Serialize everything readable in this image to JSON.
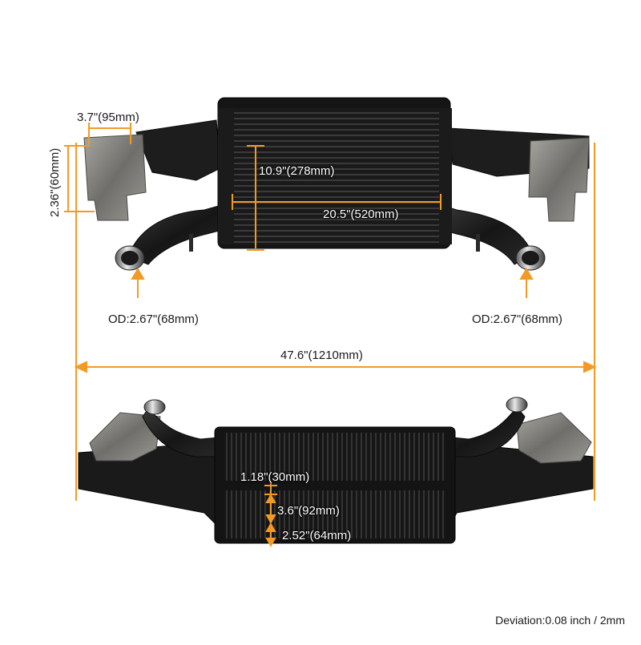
{
  "colors": {
    "accent": "#f39a25",
    "metal": "#1c1c1c",
    "bracket": "#8a8a86"
  },
  "product": {
    "dimensions": {
      "bracket_width": "3.7\"(95mm)",
      "bracket_height": "2.36\"(60mm)",
      "core_height": "10.9\"(278mm)",
      "core_width": "20.5\"(520mm)",
      "inlet_od": "OD:2.67\"(68mm)",
      "outlet_od": "OD:2.67\"(68mm)",
      "overall_width": "47.6\"(1210mm)",
      "end_tank_top": "1.18\"(30mm)",
      "core_thickness": "3.6\"(92mm)",
      "end_tank_bottom": "2.52\"(64mm)"
    },
    "deviation_note": "Deviation:0.08 inch / 2mm"
  }
}
